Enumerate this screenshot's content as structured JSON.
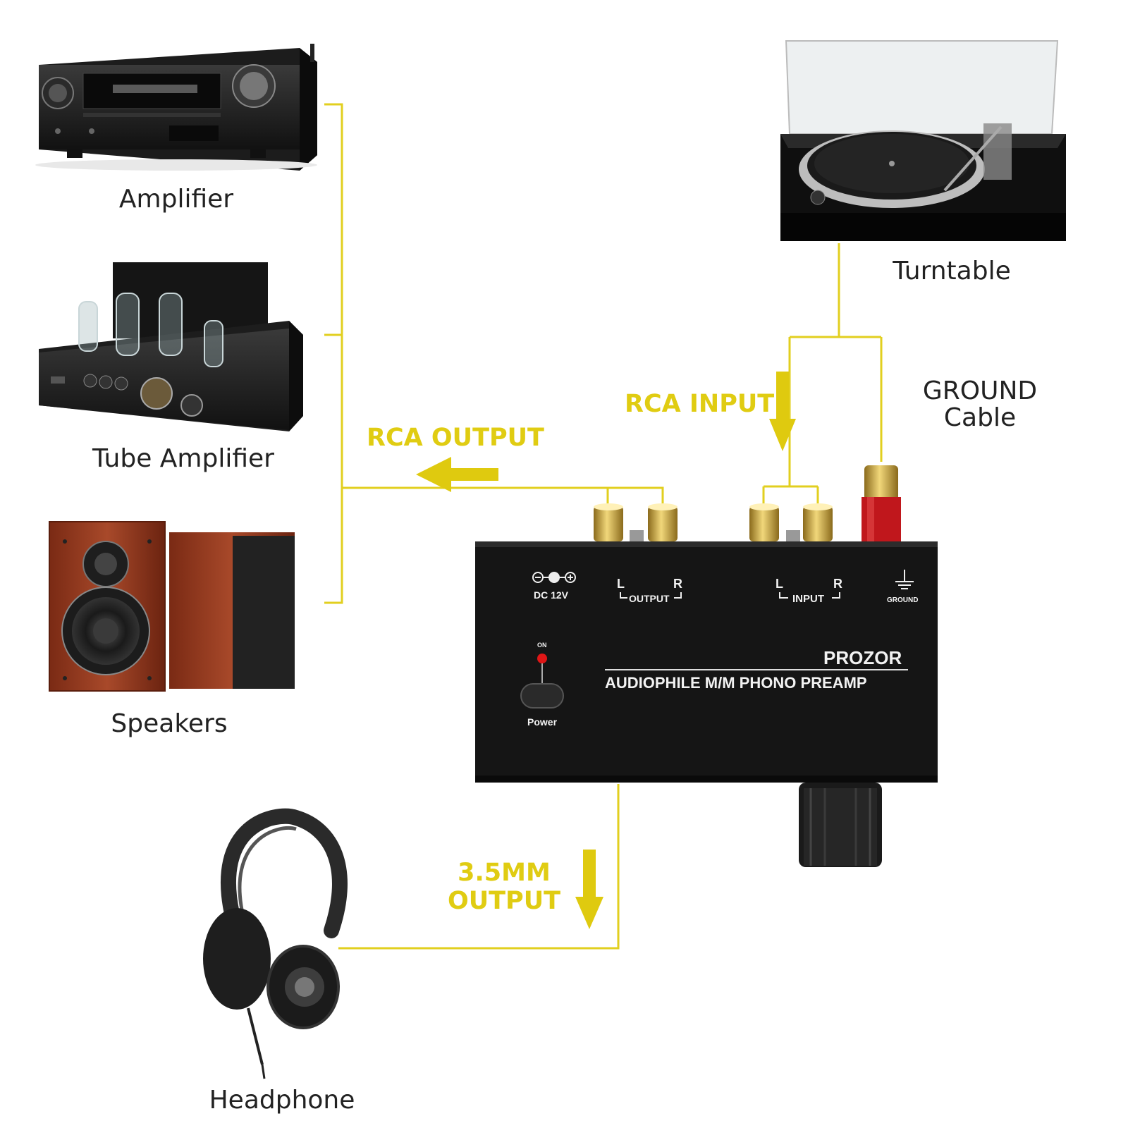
{
  "devices": {
    "amplifier": "Amplifier",
    "tube_amplifier": "Tube Amplifier",
    "speakers": "Speakers",
    "headphone": "Headphone",
    "turntable": "Turntable"
  },
  "connections": {
    "rca_output": "RCA OUTPUT",
    "rca_input": "RCA INPUT",
    "ground_cable_line1": "GROUND",
    "ground_cable_line2": "Cable",
    "headphone_out_line1": "3.5MM",
    "headphone_out_line2": "OUTPUT"
  },
  "preamp": {
    "brand": "PROZOR",
    "model": "AUDIOPHILE M/M PHONO PREAMP",
    "dc_label": "DC 12V",
    "output_left": "L",
    "output_right": "R",
    "output_label": "OUTPUT",
    "input_left": "L",
    "input_right": "R",
    "input_label": "INPUT",
    "ground_label": "GROUND",
    "on_label": "ON",
    "power_label": "Power"
  },
  "colors": {
    "wire": "#e2cf1f",
    "arrow": "#dfca0f",
    "panel": "#151515",
    "gold": "#c9a23a",
    "ground_post": "#c0171c",
    "led": "#e01616"
  }
}
